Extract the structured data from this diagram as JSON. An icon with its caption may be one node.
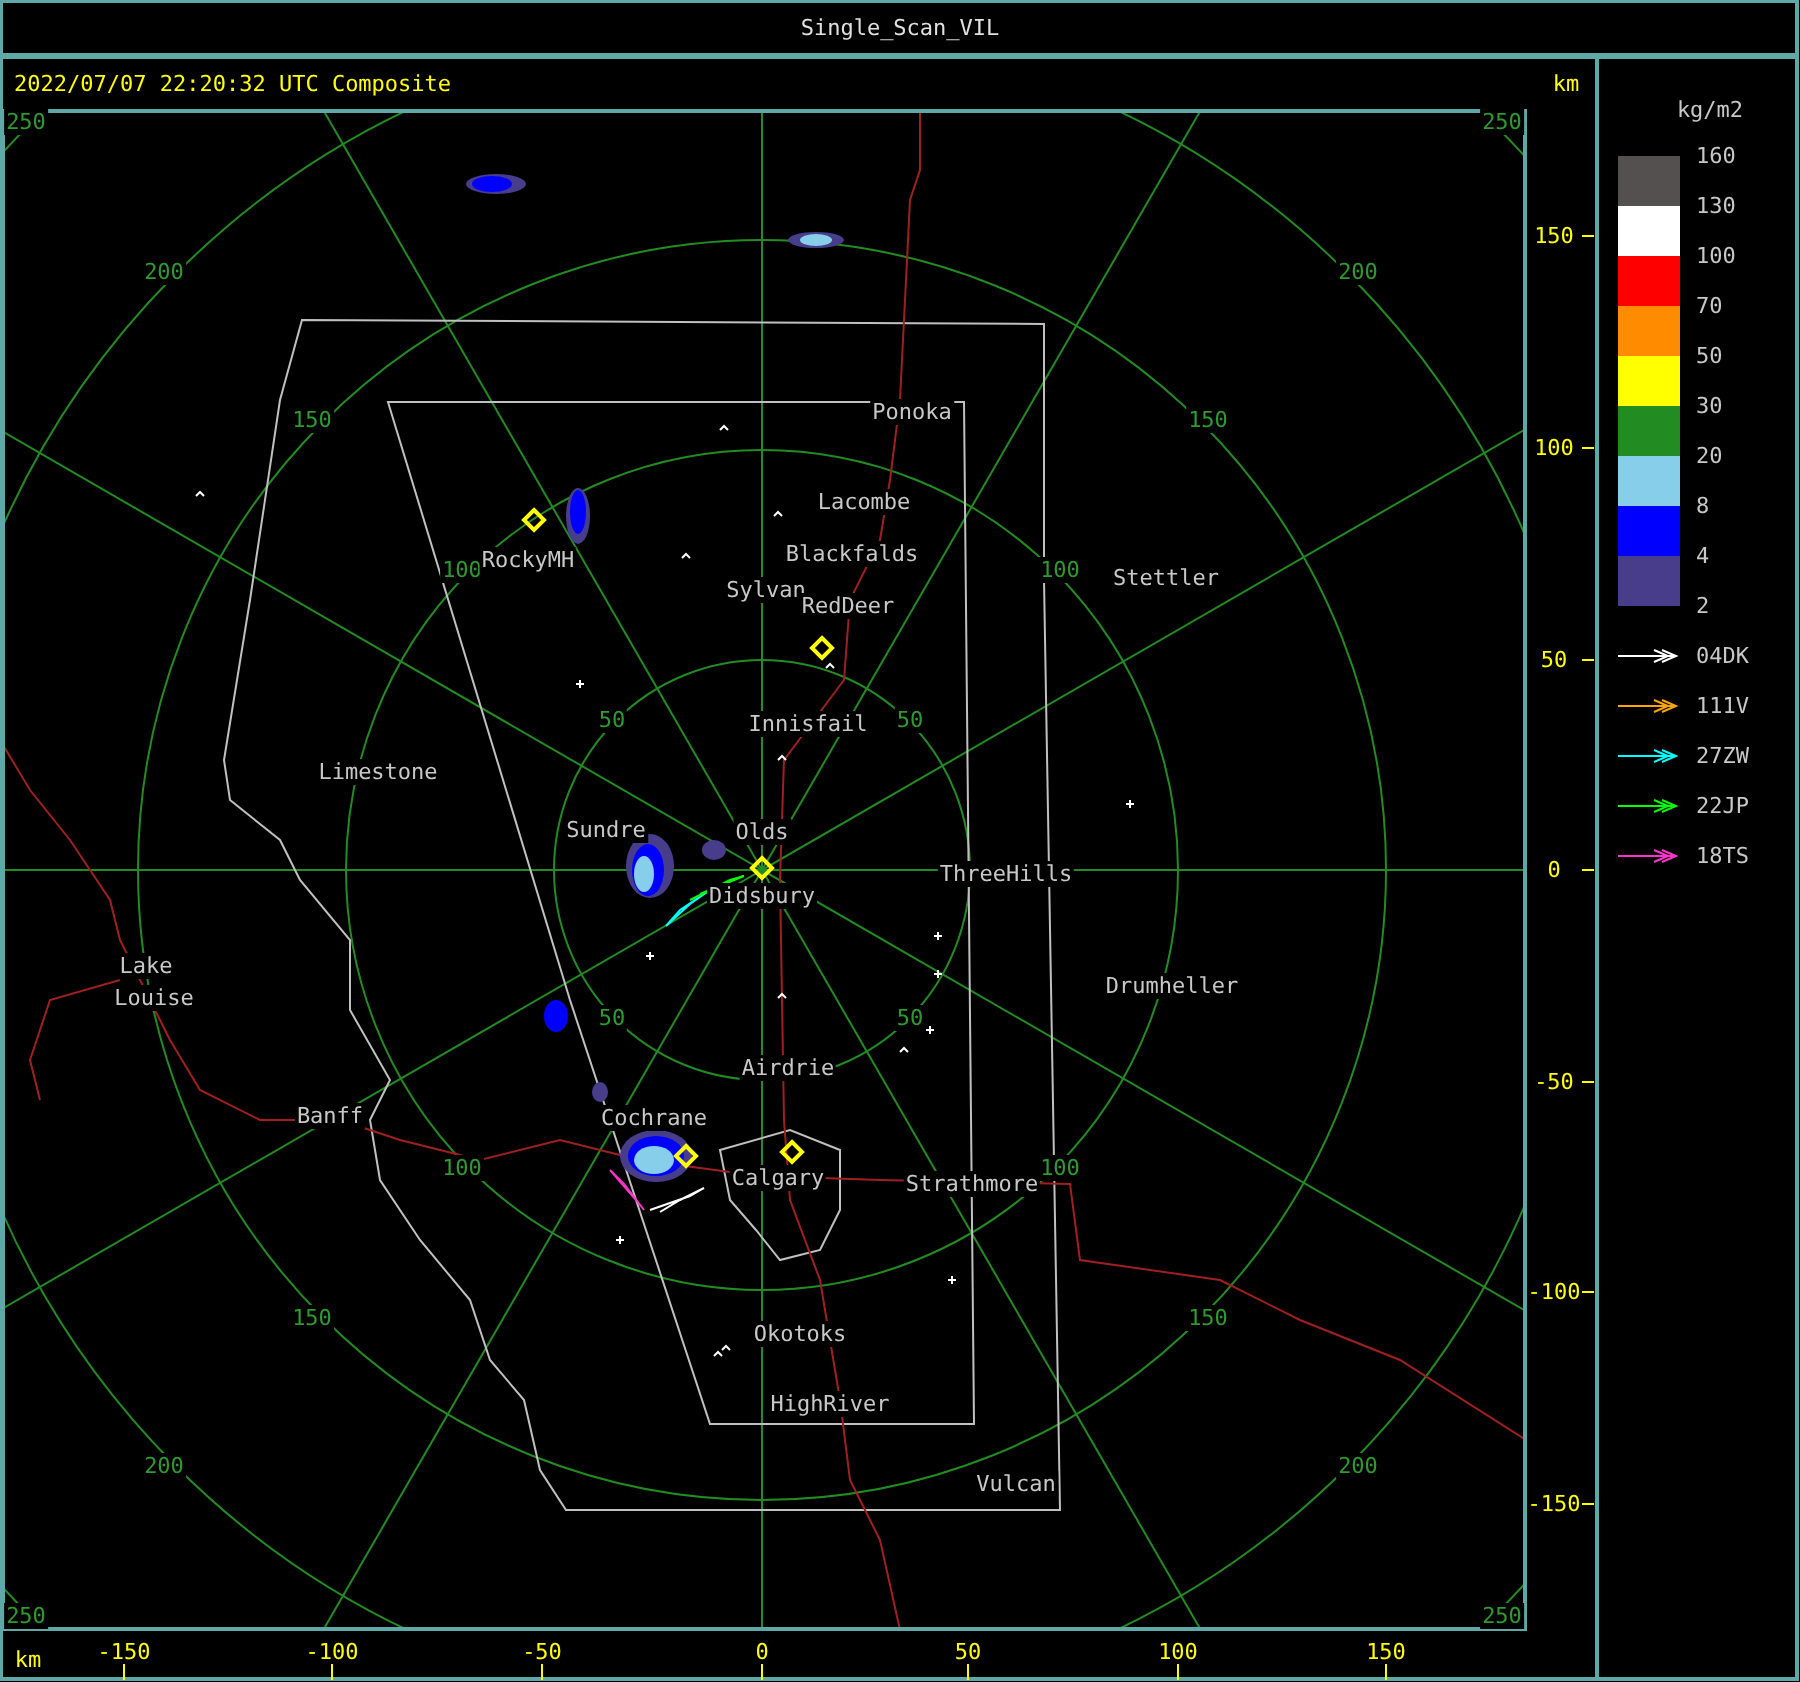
{
  "diagram": {
    "title": "Single_Scan_VIL",
    "labels": [
      "2022/07/07 22:20:32 UTC Composite",
      "km",
      "250",
      "250",
      "200",
      "200",
      "150",
      "Ponoka",
      "150",
      "Lacombe",
      "100",
      "RockyMH",
      "Blackfalds",
      "100",
      "Stettler",
      "Sylvan",
      "RedDeer",
      "50",
      "Innisfail",
      "50",
      "Limestone",
      "Sundre",
      "Olds",
      "ThreeHills",
      "Didsbury",
      "Lake",
      "Louise",
      "Drumheller",
      "50",
      "50",
      "Airdrie",
      "Banff",
      "Cochrane",
      "100",
      "100",
      "Calgary",
      "Strathmore",
      "150",
      "150",
      "Okotoks",
      "HighRiver",
      "200",
      "200",
      "Vulcan",
      "250",
      "250",
      "150",
      "100",
      "50",
      "0",
      "-50",
      "-100",
      "-150",
      "km",
      "-150",
      "-100",
      "-50",
      "0",
      "50",
      "100",
      "150",
      "kg/m2",
      "2"
    ],
    "legend": [
      {
        "text": "160",
        "color": "#555050"
      },
      {
        "text": "130",
        "color": "#ffffff"
      },
      {
        "text": "100",
        "color": "#ff0000"
      },
      {
        "text": "70",
        "color": "#ff8c00"
      },
      {
        "text": "50",
        "color": "#ffff00"
      },
      {
        "text": "30",
        "color": "#228b22"
      },
      {
        "text": "20",
        "color": "#87ceeb"
      },
      {
        "text": "8",
        "color": "#0000ff"
      },
      {
        "text": "4",
        "color": "#483d8b"
      },
      {
        "text": "04DK"
      },
      {
        "text": "111V"
      },
      {
        "text": "27ZW"
      },
      {
        "text": "22JP"
      },
      {
        "text": "18TS"
      }
    ]
  }
}
